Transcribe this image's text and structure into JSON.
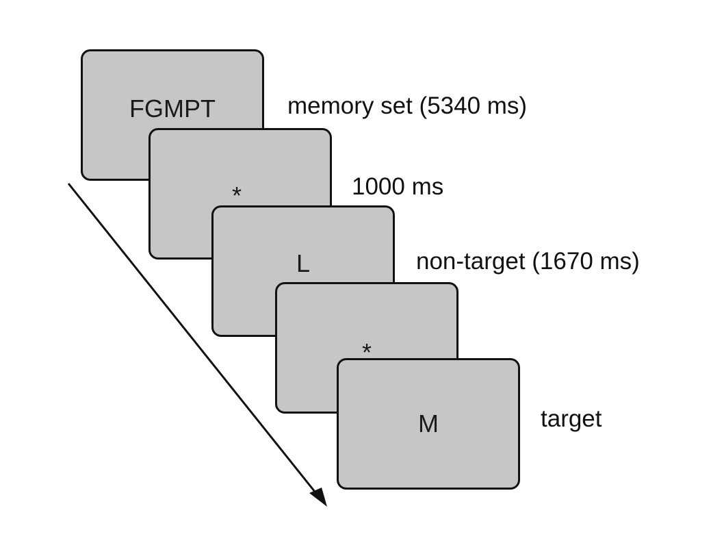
{
  "frames": [
    {
      "stimulus": "FGMPT",
      "label": "memory set (5340 ms)"
    },
    {
      "stimulus": "*",
      "label": "1000 ms"
    },
    {
      "stimulus": "L",
      "label": "non-target (1670 ms)"
    },
    {
      "stimulus": "*",
      "label": ""
    },
    {
      "stimulus": "M",
      "label": "target"
    }
  ],
  "colors": {
    "frame_fill": "#c6c6c6",
    "frame_border": "#111111",
    "text": "#111111",
    "background": "#ffffff"
  },
  "time_arrow": {
    "direction": "down-right"
  }
}
